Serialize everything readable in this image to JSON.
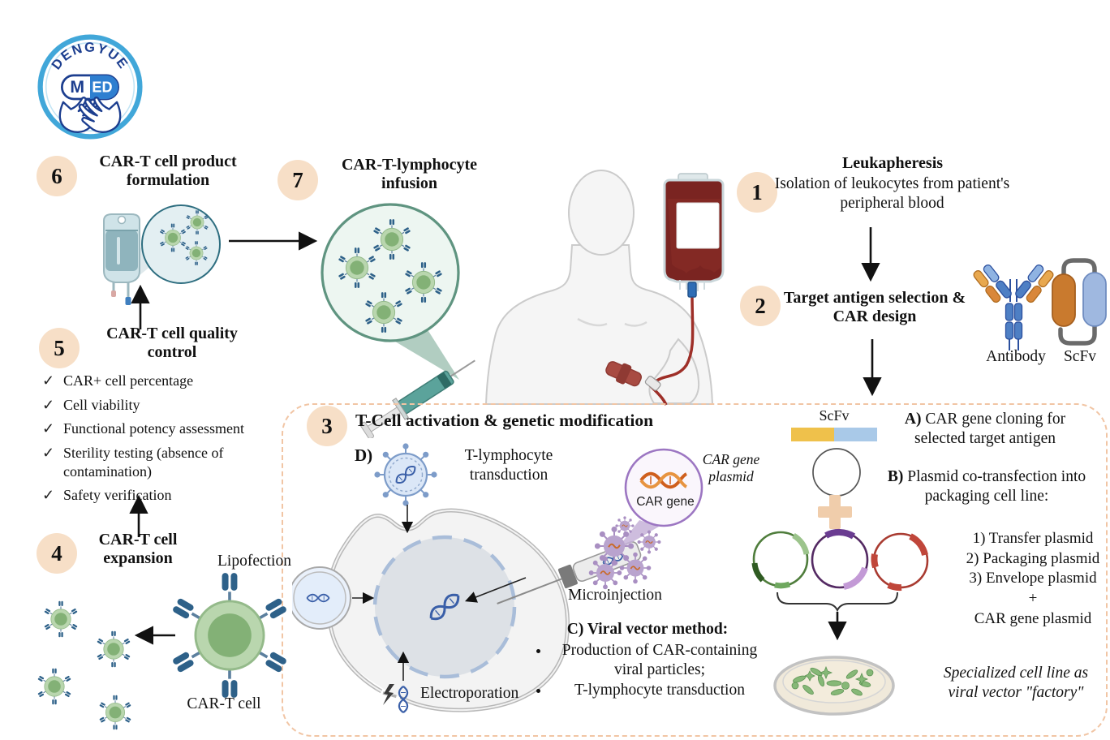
{
  "logo": {
    "arc_text": "DENGYUE",
    "pill_m": "M",
    "pill_ed": "ED"
  },
  "steps": [
    {
      "num": "1",
      "title": "Leukapheresis",
      "desc": "Isolation of leukocytes from patient's peripheral blood"
    },
    {
      "num": "2",
      "title": "Target antigen selection & CAR design"
    },
    {
      "num": "3",
      "title": "T-Cell activation & genetic modification"
    },
    {
      "num": "4",
      "title": "CAR-T cell expansion"
    },
    {
      "num": "5",
      "title": "CAR-T cell quality control"
    },
    {
      "num": "6",
      "title": "CAR-T cell product formulation"
    },
    {
      "num": "7",
      "title": "CAR-T-lymphocyte infusion"
    }
  ],
  "check_mark": "✓",
  "quality_checks": [
    "CAR+ cell percentage",
    "Cell viability",
    "Functional potency assessment",
    "Sterility testing (absence of contamination)",
    "Safety verification"
  ],
  "sections": {
    "a_label": "A)",
    "a_text": " CAR gene cloning for selected target antigen",
    "b_label": "B)",
    "b_text": " Plasmid co-transfection into packaging cell line:",
    "c_label": "C) Viral vector method:",
    "c_bullets": [
      "Production of CAR-containing viral particles;",
      "T-lymphocyte transduction"
    ]
  },
  "plasmid_list": [
    "1) Transfer plasmid",
    "2) Packaging plasmid",
    "3) Envelope plasmid",
    "+",
    "CAR gene plasmid"
  ],
  "labels": {
    "antibody": "Antibody",
    "scfv": "ScFv",
    "scfv_bar": "ScFv",
    "car_gene": "CAR gene",
    "car_gene_plasmid": "CAR gene plasmid",
    "cart_cell": "CAR-T cell",
    "lipofection": "Lipofection",
    "microinjection": "Microinjection",
    "electroporation": "Electroporation",
    "t_transduction": "T-lymphocyte transduction",
    "d_label": "D)",
    "factory_note": "Specialized cell line as viral vector \"factory\""
  },
  "colors": {
    "badge_peach": "#f7dfc7",
    "dashed_border": "#f1c5a4",
    "cell_green": "#b9d6ae",
    "cell_nucleus_green": "#83b176",
    "receptor_blue": "#2e6189",
    "circle7_border": "#5f9480",
    "blood_red": "#7a2421",
    "antibody_blue": "#4e7fc4",
    "antibody_orange": "#d9873a",
    "car_gene_purple": "#9c76c2",
    "car_gene_orange": "#cf5f1d",
    "plasmid_green": "#4f7d3c",
    "plasmid_purple": "#542a63",
    "plasmid_red": "#a93b31"
  }
}
